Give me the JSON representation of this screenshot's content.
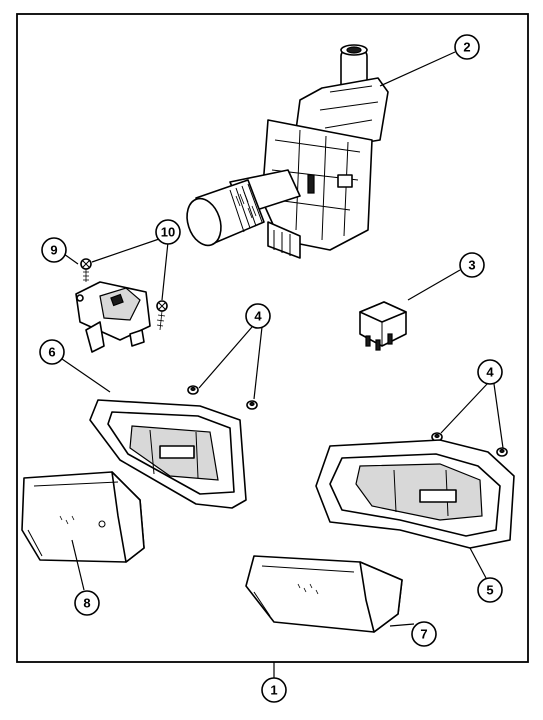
{
  "callouts": {
    "c1": "1",
    "c2": "2",
    "c3": "3",
    "c4a": "4",
    "c4b": "4",
    "c5": "5",
    "c6": "6",
    "c7": "7",
    "c8": "8",
    "c9": "9",
    "c10": "10"
  },
  "colors": {
    "line": "#000000",
    "background": "#ffffff",
    "shade": "#d8d8d8"
  }
}
